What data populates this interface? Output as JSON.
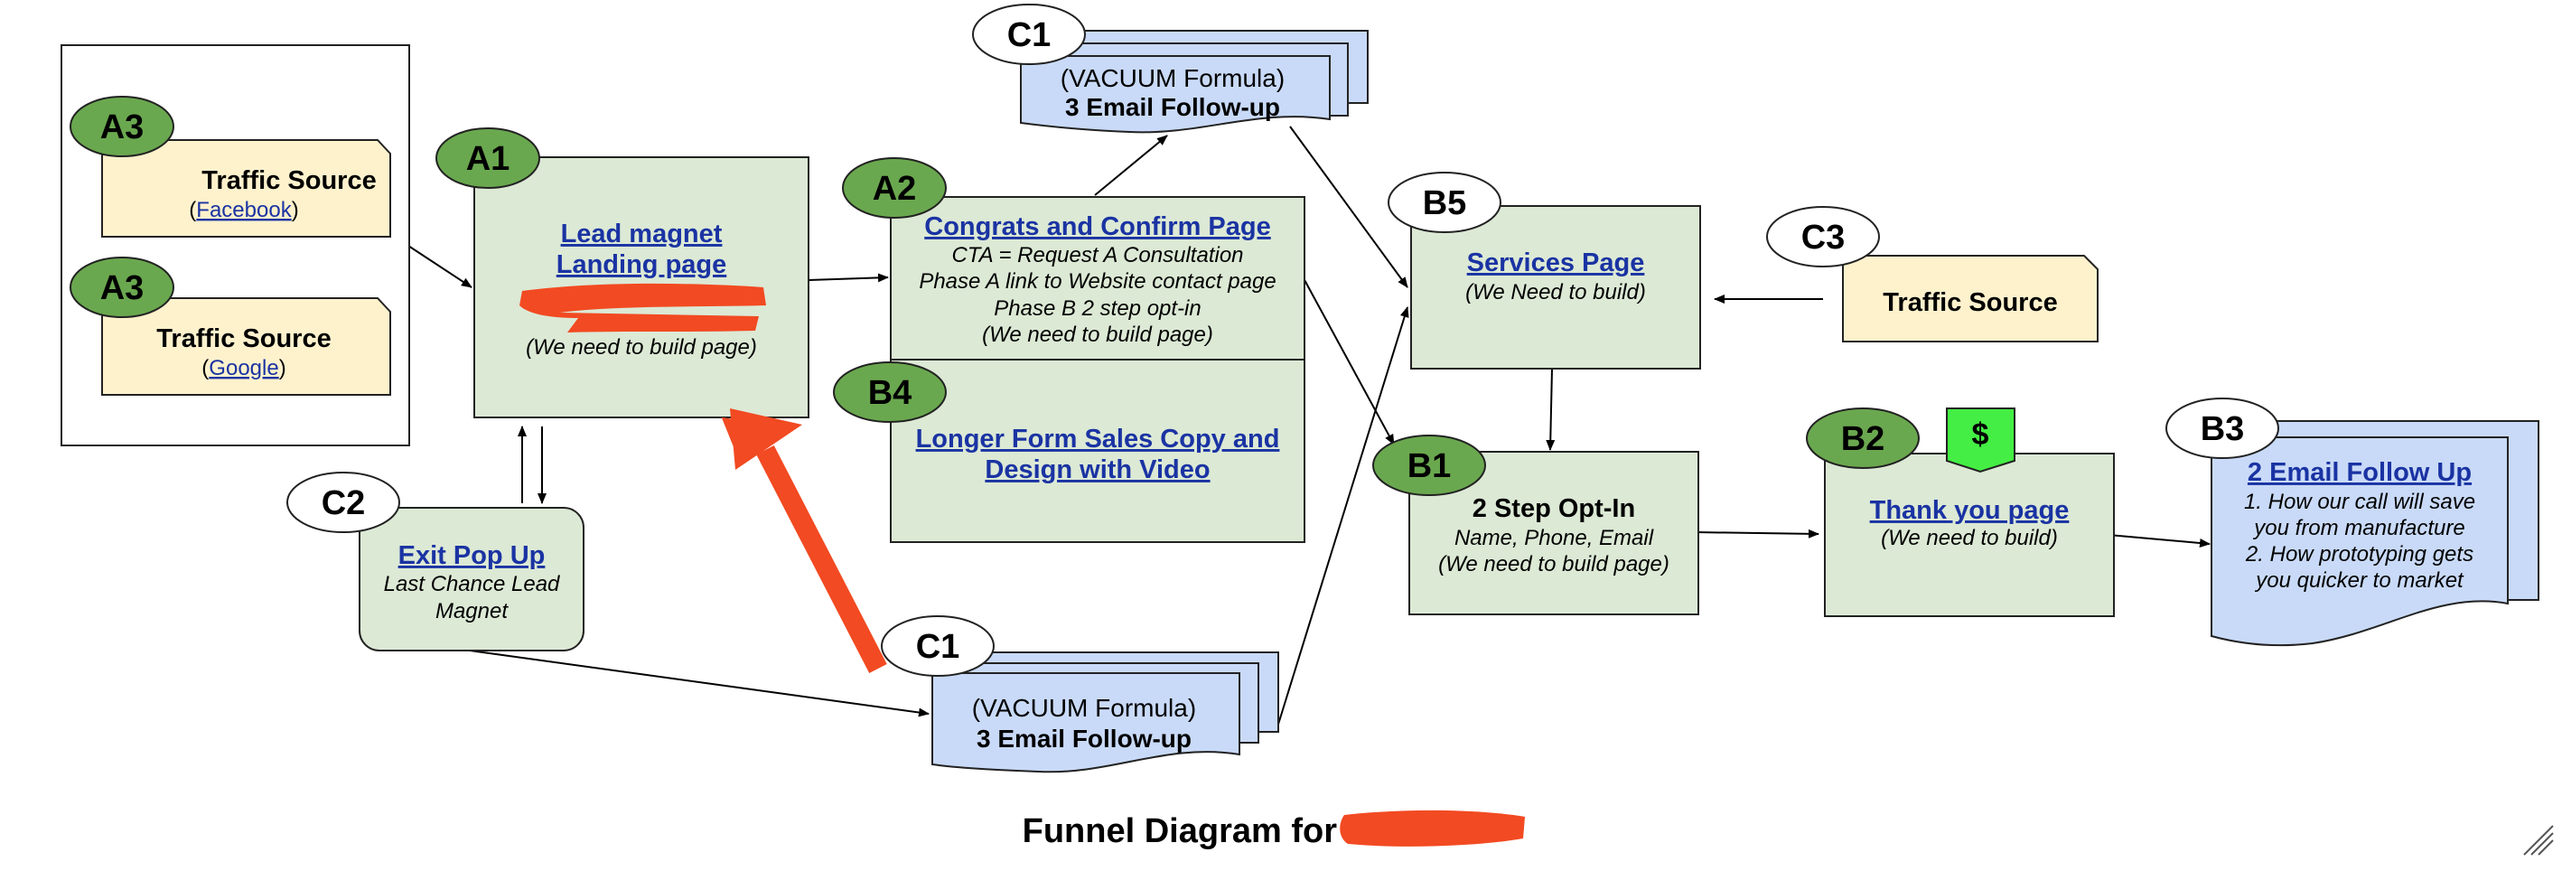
{
  "title": "Funnel Diagram for",
  "nodes": {
    "a3_facebook": {
      "tag": "A3",
      "title": "Traffic Source",
      "sub_open": "(",
      "sub_link": "Facebook",
      "sub_close": ")"
    },
    "a3_google": {
      "tag": "A3",
      "title": "Traffic Source",
      "sub_open": "(",
      "sub_link": "Google",
      "sub_close": ")"
    },
    "a1": {
      "tag": "A1",
      "title_line1": "Lead magnet",
      "title_line2": "Landing page",
      "note": "(We need to build page)"
    },
    "a2": {
      "tag": "A2",
      "title": "Congrats and Confirm Page",
      "lines": [
        "CTA = Request A Consultation",
        "Phase A link to Website contact page",
        "Phase B 2 step opt-in",
        "(We need to build page)"
      ]
    },
    "b4": {
      "tag": "B4",
      "title_line1": "Longer Form Sales Copy and",
      "title_line2": "Design with Video"
    },
    "c1_top": {
      "tag": "C1",
      "line1": "(VACUUM Formula)",
      "line2": "3 Email Follow-up"
    },
    "c1_bottom": {
      "tag": "C1",
      "line1": "(VACUUM Formula)",
      "line2": "3 Email Follow-up"
    },
    "c2": {
      "tag": "C2",
      "title": "Exit Pop Up",
      "line1": "Last Chance Lead",
      "line2": "Magnet"
    },
    "b5": {
      "tag": "B5",
      "title": "Services Page",
      "note": "(We Need to build)"
    },
    "c3": {
      "tag": "C3",
      "title": "Traffic Source"
    },
    "b1": {
      "tag": "B1",
      "title": "2 Step Opt-In",
      "line1": "Name, Phone, Email",
      "line2": "(We need to build page)"
    },
    "b2": {
      "tag": "B2",
      "title": "Thank you page",
      "note": "(We need to build)",
      "badge": "$"
    },
    "b3": {
      "tag": "B3",
      "title": "2 Email Follow Up",
      "lines": [
        "1. How our call will save",
        "you from manufacture",
        "2. How prototyping gets",
        "you quicker to market"
      ]
    }
  },
  "colors": {
    "green_fill": "#dce9d5",
    "yellow_fill": "#fef2cd",
    "blue_fill": "#c9daf8",
    "tag_green": "#6aa84f",
    "badge_green": "#44ee44",
    "link_blue": "#1a33a3",
    "redaction": "#f24a22"
  }
}
